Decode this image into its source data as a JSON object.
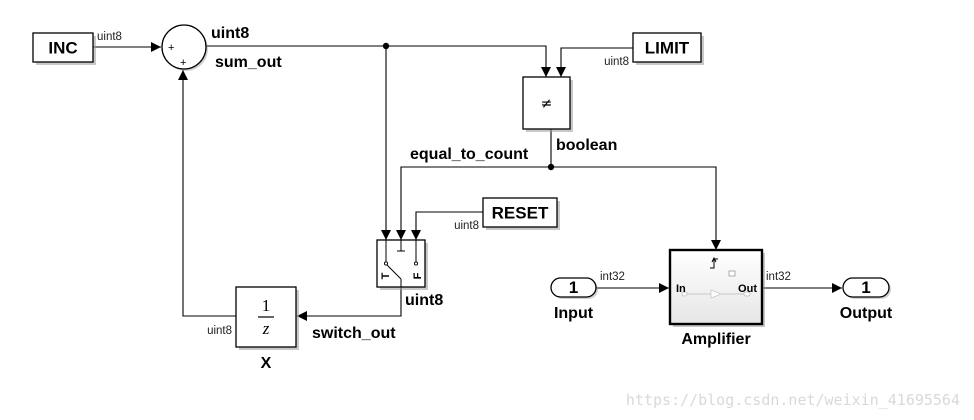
{
  "diagram": {
    "type": "simulink-model",
    "blocks": {
      "inc": {
        "label": "INC",
        "out_type": "uint8"
      },
      "sum": {
        "signs": [
          "+",
          "+"
        ],
        "out_type": "uint8",
        "signal_name": "sum_out"
      },
      "limit": {
        "label": "LIMIT",
        "out_type": "uint8"
      },
      "compare": {
        "symbol": "≠",
        "out_type": "boolean",
        "signal_name": "equal_to_count"
      },
      "reset": {
        "label": "RESET",
        "out_type": "uint8"
      },
      "switch": {
        "true_label": "T",
        "false_label": "F",
        "out_type": "uint8",
        "signal_name": "switch_out"
      },
      "delay": {
        "numerator": "1",
        "denominator": "z",
        "name": "X",
        "out_type": "uint8"
      },
      "input": {
        "port": "1",
        "name": "Input",
        "out_type": "int32"
      },
      "amplifier": {
        "name": "Amplifier",
        "in_port": "In",
        "out_port": "Out",
        "out_type": "int32"
      },
      "output": {
        "port": "1",
        "name": "Output"
      }
    },
    "watermark": "https://blog.csdn.net/weixin_41695564"
  }
}
